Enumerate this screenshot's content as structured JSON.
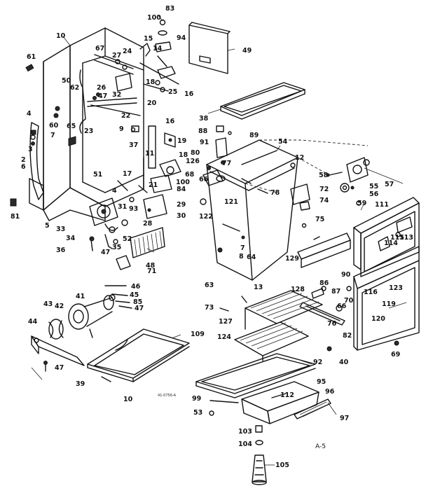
{
  "diagram": {
    "doc_code": "41-0756-A",
    "page_mark": "A-5",
    "callouts": [
      {
        "id": "c1",
        "text": "10"
      },
      {
        "id": "c2",
        "text": "61"
      },
      {
        "id": "c3",
        "text": "67"
      },
      {
        "id": "c4",
        "text": "27"
      },
      {
        "id": "c5",
        "text": "24"
      },
      {
        "id": "c6",
        "text": "15"
      },
      {
        "id": "c7",
        "text": "100"
      },
      {
        "id": "c8",
        "text": "83"
      },
      {
        "id": "c9",
        "text": "94"
      },
      {
        "id": "c10",
        "text": "14"
      },
      {
        "id": "c11",
        "text": "49"
      },
      {
        "id": "c12",
        "text": "50"
      },
      {
        "id": "c13",
        "text": "62"
      },
      {
        "id": "c14",
        "text": "26"
      },
      {
        "id": "c15",
        "text": "32"
      },
      {
        "id": "c16",
        "text": "47"
      },
      {
        "id": "c17",
        "text": "18"
      },
      {
        "id": "c18",
        "text": "25"
      },
      {
        "id": "c19",
        "text": "16"
      },
      {
        "id": "c20",
        "text": "60"
      },
      {
        "id": "c21",
        "text": "65"
      },
      {
        "id": "c22",
        "text": "22"
      },
      {
        "id": "c23",
        "text": "23"
      },
      {
        "id": "c24",
        "text": "20"
      },
      {
        "id": "c25",
        "text": "4"
      },
      {
        "id": "c26",
        "text": "9"
      },
      {
        "id": "c27",
        "text": "16"
      },
      {
        "id": "c28",
        "text": "38"
      },
      {
        "id": "c29",
        "text": "7"
      },
      {
        "id": "c30",
        "text": "19"
      },
      {
        "id": "c31",
        "text": "88"
      },
      {
        "id": "c32",
        "text": "89"
      },
      {
        "id": "c33",
        "text": "3"
      },
      {
        "id": "c34",
        "text": "37"
      },
      {
        "id": "c35",
        "text": "91"
      },
      {
        "id": "c36",
        "text": "54"
      },
      {
        "id": "c37",
        "text": "11"
      },
      {
        "id": "c38",
        "text": "18"
      },
      {
        "id": "c39",
        "text": "80"
      },
      {
        "id": "c40",
        "text": "12"
      },
      {
        "id": "c41",
        "text": "2"
      },
      {
        "id": "c42",
        "text": "126"
      },
      {
        "id": "c43",
        "text": "6"
      },
      {
        "id": "c44",
        "text": "17"
      },
      {
        "id": "c45",
        "text": "68"
      },
      {
        "id": "c46",
        "text": "77"
      },
      {
        "id": "c47",
        "text": "58"
      },
      {
        "id": "c48",
        "text": "57"
      },
      {
        "id": "c49",
        "text": "51"
      },
      {
        "id": "c50",
        "text": "100"
      },
      {
        "id": "c51",
        "text": "21"
      },
      {
        "id": "c52",
        "text": "84"
      },
      {
        "id": "c53",
        "text": "66"
      },
      {
        "id": "c54",
        "text": "78"
      },
      {
        "id": "c55",
        "text": "72"
      },
      {
        "id": "c56",
        "text": "55"
      },
      {
        "id": "c57",
        "text": "56"
      },
      {
        "id": "c58",
        "text": "4"
      },
      {
        "id": "c59",
        "text": "121"
      },
      {
        "id": "c60",
        "text": "74"
      },
      {
        "id": "c61",
        "text": "81"
      },
      {
        "id": "c62",
        "text": "31"
      },
      {
        "id": "c63",
        "text": "93"
      },
      {
        "id": "c64",
        "text": "29"
      },
      {
        "id": "c65",
        "text": "59"
      },
      {
        "id": "c66",
        "text": "111"
      },
      {
        "id": "c67",
        "text": "5"
      },
      {
        "id": "c68",
        "text": "33"
      },
      {
        "id": "c69",
        "text": "30"
      },
      {
        "id": "c70",
        "text": "122"
      },
      {
        "id": "c71",
        "text": "34"
      },
      {
        "id": "c72",
        "text": "28"
      },
      {
        "id": "c73",
        "text": "75"
      },
      {
        "id": "c74",
        "text": "115"
      },
      {
        "id": "c75",
        "text": "113"
      },
      {
        "id": "c76",
        "text": "52"
      },
      {
        "id": "c77",
        "text": "114"
      },
      {
        "id": "c78",
        "text": "36"
      },
      {
        "id": "c79",
        "text": "35"
      },
      {
        "id": "c80",
        "text": "7"
      },
      {
        "id": "c81",
        "text": "64"
      },
      {
        "id": "c82",
        "text": "129"
      },
      {
        "id": "c83",
        "text": "47"
      },
      {
        "id": "c84",
        "text": "48"
      },
      {
        "id": "c85",
        "text": "8"
      },
      {
        "id": "c86",
        "text": "71"
      },
      {
        "id": "c87",
        "text": "90"
      },
      {
        "id": "c88",
        "text": "63"
      },
      {
        "id": "c89",
        "text": "116"
      },
      {
        "id": "c90",
        "text": "123"
      },
      {
        "id": "c91",
        "text": "46"
      },
      {
        "id": "c92",
        "text": "13"
      },
      {
        "id": "c93",
        "text": "86"
      },
      {
        "id": "c94",
        "text": "87"
      },
      {
        "id": "c95",
        "text": "70"
      },
      {
        "id": "c96",
        "text": "41"
      },
      {
        "id": "c97",
        "text": "45"
      },
      {
        "id": "c98",
        "text": "43"
      },
      {
        "id": "c99",
        "text": "42"
      },
      {
        "id": "c100",
        "text": "85"
      },
      {
        "id": "c101",
        "text": "47"
      },
      {
        "id": "c102",
        "text": "128"
      },
      {
        "id": "c103",
        "text": "73"
      },
      {
        "id": "c104",
        "text": "66"
      },
      {
        "id": "c105",
        "text": "119"
      },
      {
        "id": "c106",
        "text": "44"
      },
      {
        "id": "c107",
        "text": "127"
      },
      {
        "id": "c108",
        "text": "120"
      },
      {
        "id": "c109",
        "text": "109"
      },
      {
        "id": "c110",
        "text": "76"
      },
      {
        "id": "c111",
        "text": "124"
      },
      {
        "id": "c112",
        "text": "82"
      },
      {
        "id": "c113",
        "text": "47"
      },
      {
        "id": "c114",
        "text": "39"
      },
      {
        "id": "c115",
        "text": "40"
      },
      {
        "id": "c116",
        "text": "69"
      },
      {
        "id": "c117",
        "text": "92"
      },
      {
        "id": "c118",
        "text": "10"
      },
      {
        "id": "c119",
        "text": "95"
      },
      {
        "id": "c120",
        "text": "112"
      },
      {
        "id": "c121",
        "text": "99"
      },
      {
        "id": "c122",
        "text": "96"
      },
      {
        "id": "c123",
        "text": "53"
      },
      {
        "id": "c124",
        "text": "97"
      },
      {
        "id": "c125",
        "text": "103"
      },
      {
        "id": "c126",
        "text": "104"
      },
      {
        "id": "c127",
        "text": "105"
      }
    ]
  }
}
